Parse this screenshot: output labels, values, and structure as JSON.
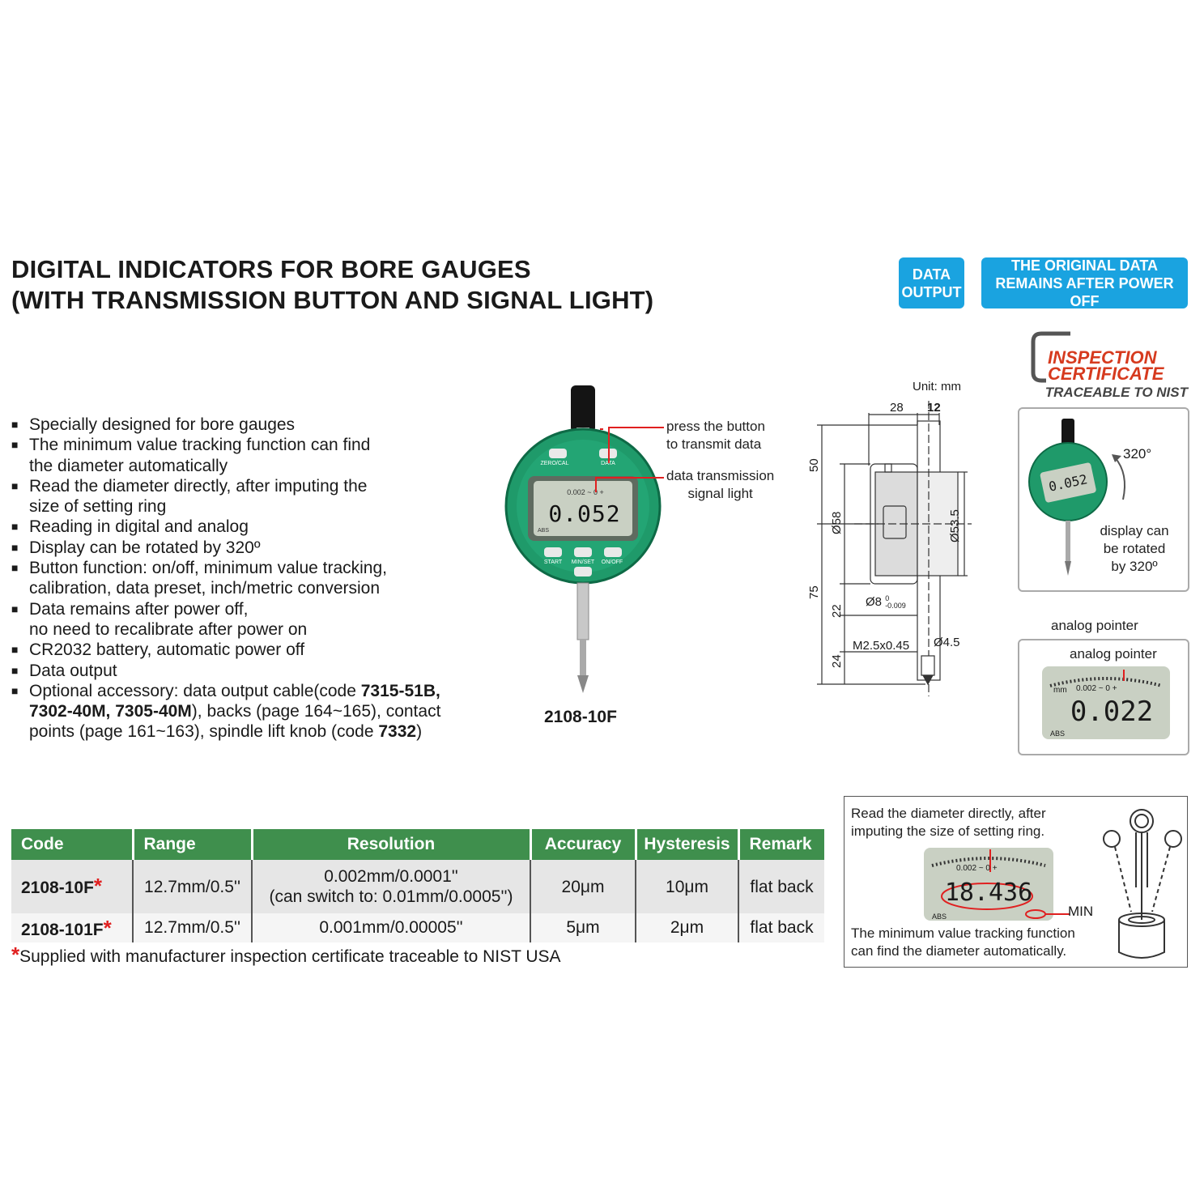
{
  "title": {
    "line1": "DIGITAL INDICATORS FOR BORE GAUGES",
    "line2": "(WITH TRANSMISSION BUTTON AND SIGNAL LIGHT)"
  },
  "badges": {
    "data_output_l1": "DATA",
    "data_output_l2": "OUTPUT",
    "original_l1": "THE ORIGINAL DATA",
    "original_l2": "REMAINS AFTER POWER OFF"
  },
  "certificate": {
    "line1": "INSPECTION",
    "line2": "CERTIFICATE",
    "line3": "TRACEABLE TO NIST"
  },
  "features": [
    {
      "text": "Specially designed for bore gauges"
    },
    {
      "text": "The minimum value tracking function can find",
      "cont": "the diameter automatically"
    },
    {
      "text": "Read the diameter directly, after imputing the",
      "cont": "size of setting ring"
    },
    {
      "text": "Reading in digital and analog"
    },
    {
      "text": "Display can be rotated by 320º"
    },
    {
      "text": "Button function: on/off, minimum value tracking,",
      "cont": "calibration, data preset, inch/metric conversion"
    },
    {
      "text": "Data remains after power off,",
      "cont": "no need to recalibrate after power on"
    },
    {
      "text": "CR2032 battery, automatic power off"
    },
    {
      "text": "Data output"
    }
  ],
  "accessory": {
    "p1": "Optional accessory: data output cable(code ",
    "b1": "7315-51B,",
    "b2": "7302-40M, 7305-40M",
    "p2": "), backs (page 164~165), contact",
    "p3": "points (page 161~163), spindle lift knob (code ",
    "b3": "7332",
    "p4": ")"
  },
  "product": {
    "model": "2108-10F",
    "display_value": "0.052",
    "scale_text": "0.002 ~ 0 +",
    "btn_zero": "ZERO/CAL",
    "btn_data": "DATA",
    "btn_start": "START",
    "btn_minset": "MIN/SET",
    "btn_onoff": "ON/OFF",
    "abs": "ABS",
    "callout1_l1": "press the button",
    "callout1_l2": "to transmit data",
    "callout2_l1": "data transmission",
    "callout2_l2": "signal light"
  },
  "drawing": {
    "unit": "Unit: mm",
    "d28": "28",
    "d12": "12",
    "d50": "50",
    "d58": "Ø58",
    "d53": "Ø53.5",
    "d75": "75",
    "d22": "22",
    "d8": "Ø8",
    "d8_tol_top": "0",
    "d8_tol_bot": "-0.009",
    "m25": "M2.5x0.45",
    "d45": "Ø4.5",
    "d24": "24"
  },
  "rotate_panel": {
    "angle": "320°",
    "l1": "display can",
    "l2": "be rotated",
    "l3": "by 320º",
    "display": "0.052"
  },
  "analog_panel": {
    "caption_outer": "analog pointer",
    "caption_inner": "analog pointer",
    "display": "0.022",
    "scale_text": "0.002 ~ 0 +",
    "abs": "ABS",
    "mm": "mm"
  },
  "min_panel": {
    "top_l1": "Read the diameter directly, after",
    "top_l2": "imputing the size of setting ring.",
    "display": "18.436",
    "min_label": "MIN",
    "scale_text": "0.002 ~ 0 +",
    "abs": "ABS",
    "bottom_l1": "The minimum value tracking function",
    "bottom_l2": "can find the diameter automatically."
  },
  "table": {
    "headers": [
      "Code",
      "Range",
      "Resolution",
      "Accuracy",
      "Hysteresis",
      "Remark"
    ],
    "rows": [
      {
        "code": "2108-10F",
        "star": "*",
        "range": "12.7mm/0.5''",
        "res1": "0.002mm/0.0001''",
        "res2": "(can switch to: 0.01mm/0.0005'')",
        "accuracy": "20μm",
        "hysteresis": "10μm",
        "remark": "flat back"
      },
      {
        "code": "2108-101F",
        "star": "*",
        "range": "12.7mm/0.5''",
        "res1": "0.001mm/0.00005''",
        "accuracy": "5μm",
        "hysteresis": "2μm",
        "remark": "flat back"
      }
    ]
  },
  "footnote": {
    "star": "*",
    "text": "Supplied with manufacturer inspection certificate traceable to NIST USA"
  },
  "colors": {
    "badge": "#1aa3e0",
    "table_header": "#3f8f4d",
    "gauge_green": "#1f9a6a",
    "cert_red": "#d63a1e",
    "accent_red": "#e02020"
  }
}
